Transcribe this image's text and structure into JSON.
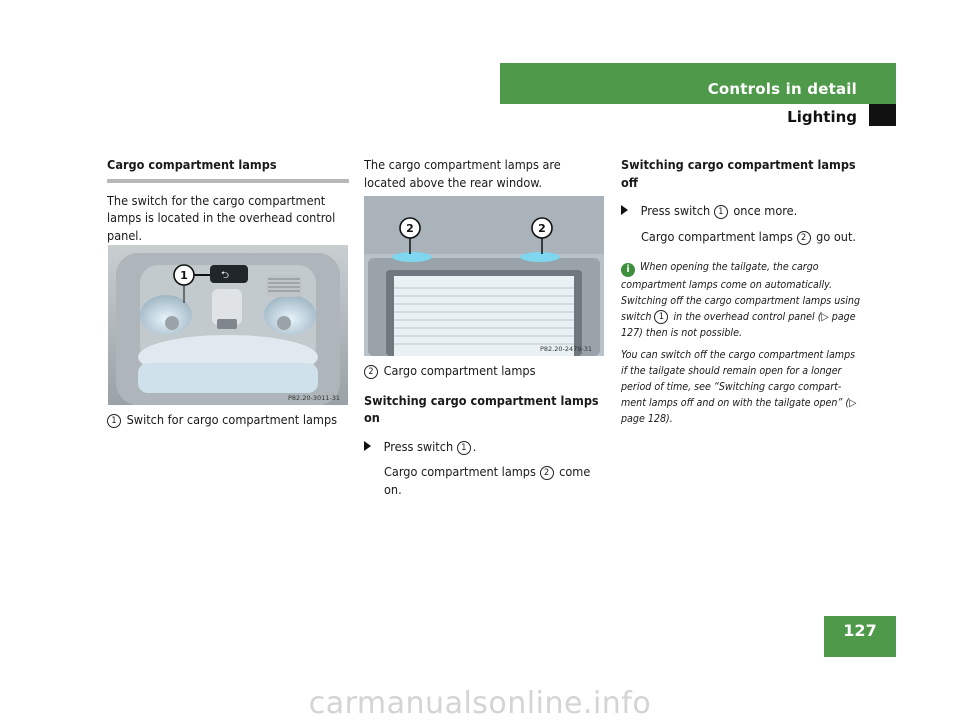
{
  "header": {
    "section": "Controls in detail",
    "subsection": "Lighting"
  },
  "page_number": "127",
  "col1": {
    "heading": "Cargo compartment lamps",
    "paragraph": "The switch for the cargo compartment lamps is located in the overhead control panel.",
    "figure_code": "P82.20-3011-31",
    "callout_num": "1",
    "caption_num": "1",
    "caption_text": "Switch for cargo compartment lamps"
  },
  "col2": {
    "intro": "The cargo compartment lamps are located above the rear window.",
    "figure_code": "P82.20-2479-31",
    "callout_a": "2",
    "callout_b": "2",
    "caption_num": "2",
    "caption_text": "Cargo compartment lamps",
    "subheading": "Switching cargo compartment lamps on",
    "step1_pre": "Press switch",
    "step1_num": "1",
    "step1_post": ".",
    "result_pre": "Cargo compartment lamps",
    "result_num": "2",
    "result_post": "come on."
  },
  "col3": {
    "subheading": "Switching cargo compartment lamps off",
    "step1_pre": "Press switch",
    "step1_num": "1",
    "step1_post": "once more.",
    "result_pre": "Cargo compartment lamps",
    "result_num": "2",
    "result_post": "go out.",
    "info_icon": "info-icon",
    "note1_a": "When opening the tailgate, the cargo compartment lamps come on automatically. Switching off the cargo compartment lamps using switch",
    "note1_num": "1",
    "note1_b": "in the overhead control panel (▷ page 127) then is not possible.",
    "note2": "You can switch off the cargo compartment lamps if the tailgate should remain open for a longer period of time, see “Switching cargo compart-ment lamps off and on with the tailgate open” (▷ page 128)."
  },
  "watermark": "carmanualsonline.info",
  "colors": {
    "accent": "#4f9a4a"
  }
}
